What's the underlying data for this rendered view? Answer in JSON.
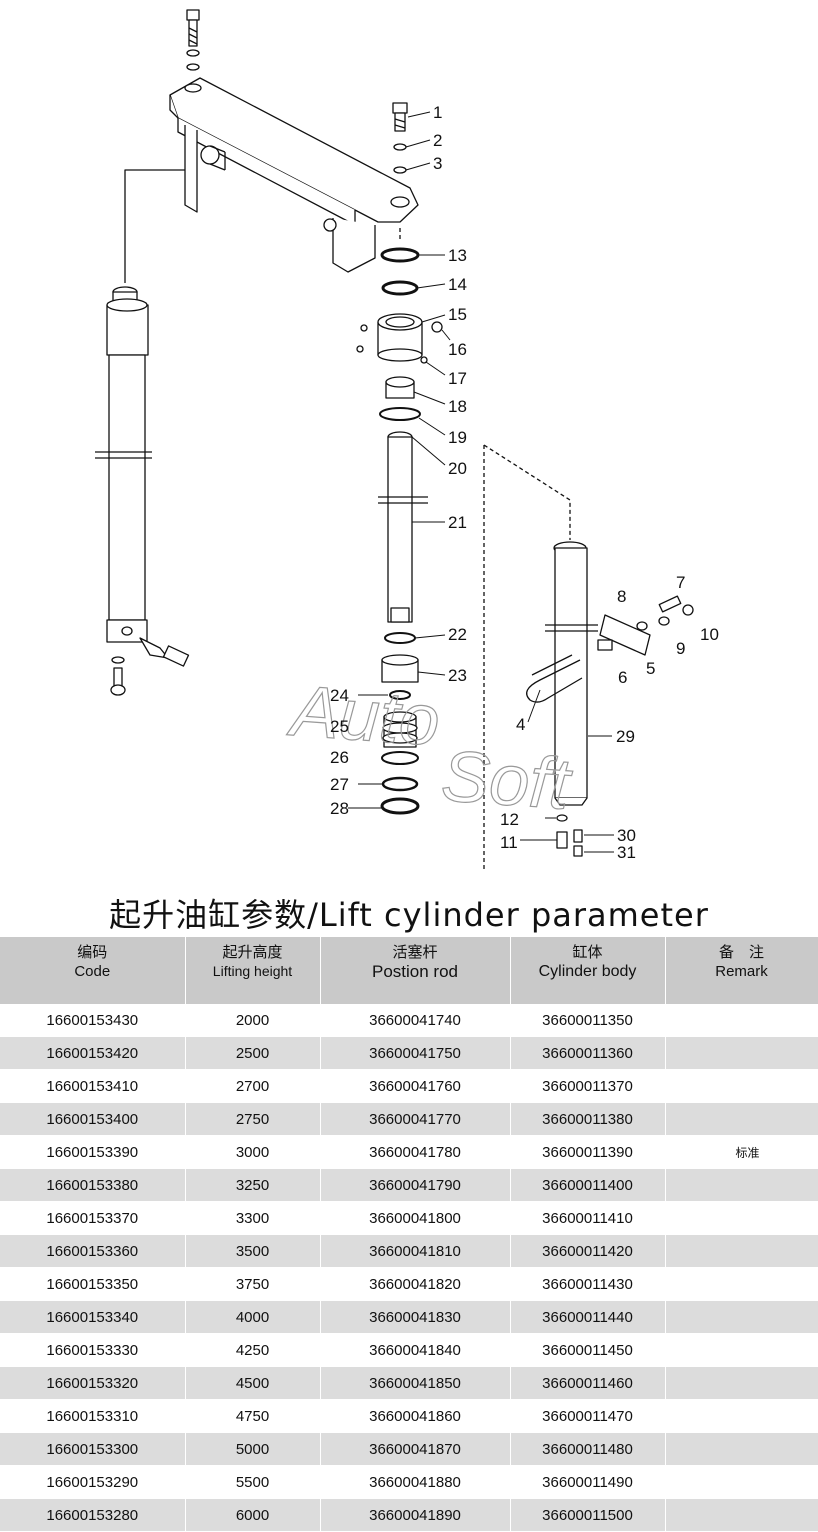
{
  "diagram": {
    "watermark": "AutoSoft",
    "callouts": [
      "1",
      "2",
      "3",
      "4",
      "5",
      "6",
      "7",
      "8",
      "9",
      "10",
      "11",
      "12",
      "13",
      "14",
      "15",
      "16",
      "17",
      "18",
      "19",
      "20",
      "21",
      "22",
      "23",
      "24",
      "25",
      "26",
      "27",
      "28",
      "29",
      "30",
      "31"
    ]
  },
  "title": "起升油缸参数/Lift cylinder parameter",
  "table": {
    "headers": [
      {
        "cn": "编码",
        "en": "Code"
      },
      {
        "cn": "起升高度",
        "en": "Lifting height"
      },
      {
        "cn": "活塞杆",
        "en": "Postion rod"
      },
      {
        "cn": "缸体",
        "en": "Cylinder body"
      },
      {
        "cn": "备　注",
        "en": "Remark"
      }
    ],
    "rows": [
      [
        "16600153430",
        "2000",
        "36600041740",
        "36600011350",
        ""
      ],
      [
        "16600153420",
        "2500",
        "36600041750",
        "36600011360",
        ""
      ],
      [
        "16600153410",
        "2700",
        "36600041760",
        "36600011370",
        ""
      ],
      [
        "16600153400",
        "2750",
        "36600041770",
        "36600011380",
        ""
      ],
      [
        "16600153390",
        "3000",
        "36600041780",
        "36600011390",
        "标准"
      ],
      [
        "16600153380",
        "3250",
        "36600041790",
        "36600011400",
        ""
      ],
      [
        "16600153370",
        "3300",
        "36600041800",
        "36600011410",
        ""
      ],
      [
        "16600153360",
        "3500",
        "36600041810",
        "36600011420",
        ""
      ],
      [
        "16600153350",
        "3750",
        "36600041820",
        "36600011430",
        ""
      ],
      [
        "16600153340",
        "4000",
        "36600041830",
        "36600011440",
        ""
      ],
      [
        "16600153330",
        "4250",
        "36600041840",
        "36600011450",
        ""
      ],
      [
        "16600153320",
        "4500",
        "36600041850",
        "36600011460",
        ""
      ],
      [
        "16600153310",
        "4750",
        "36600041860",
        "36600011470",
        ""
      ],
      [
        "16600153300",
        "5000",
        "36600041870",
        "36600011480",
        ""
      ],
      [
        "16600153290",
        "5500",
        "36600041880",
        "36600011490",
        ""
      ],
      [
        "16600153280",
        "6000",
        "36600041890",
        "36600011500",
        ""
      ]
    ]
  }
}
